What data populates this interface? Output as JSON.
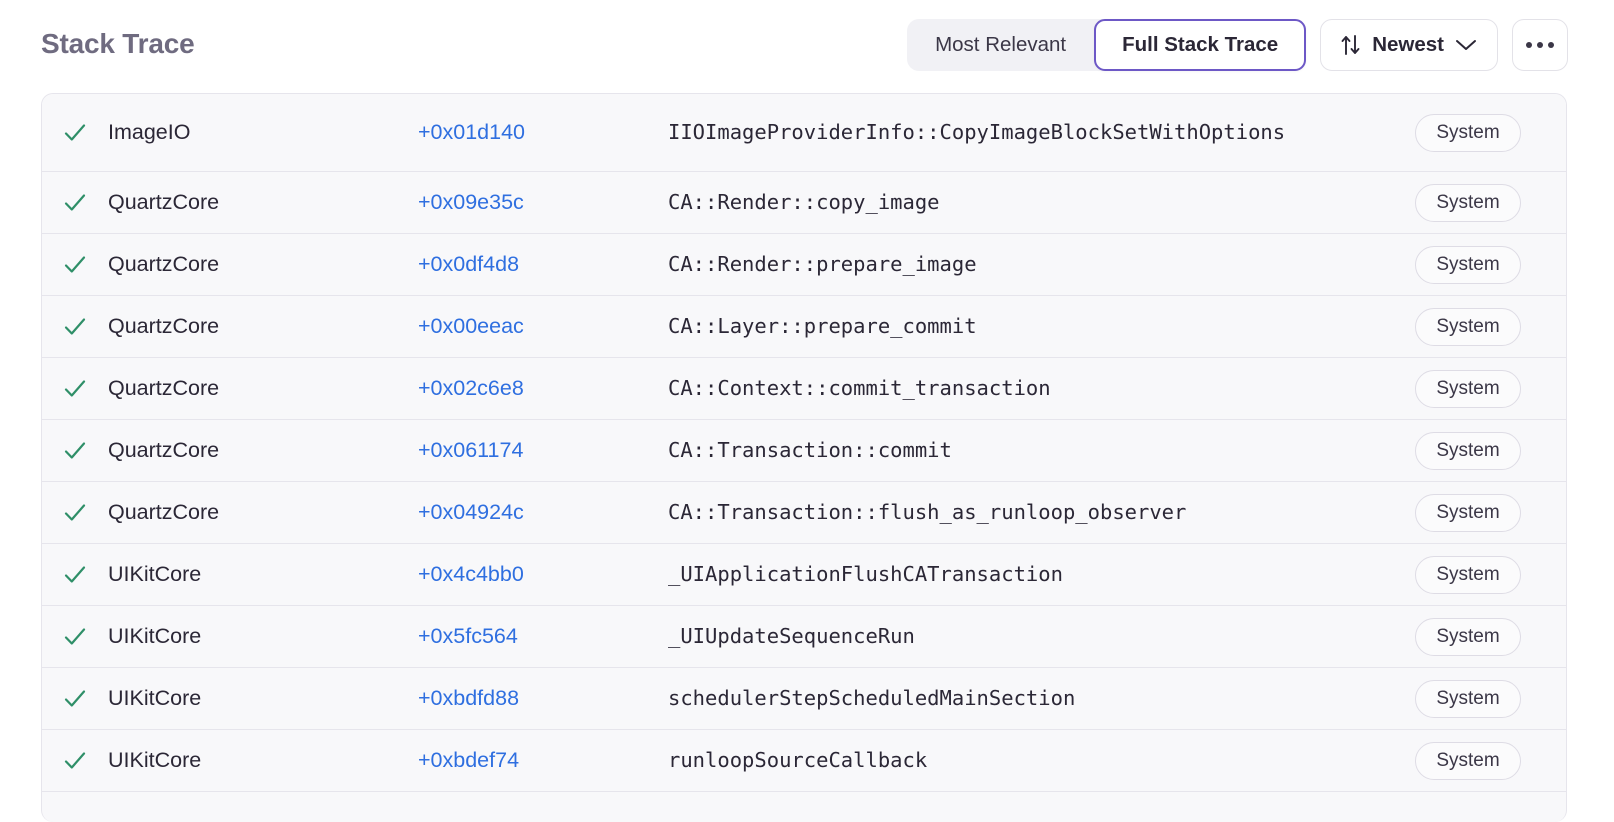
{
  "header": {
    "title": "Stack Trace",
    "segmented": {
      "options": [
        {
          "label": "Most Relevant",
          "selected": false
        },
        {
          "label": "Full Stack Trace",
          "selected": true
        }
      ]
    },
    "sort": {
      "icon": "sort-arrows-icon",
      "label": "Newest",
      "chevron": "chevron-down-icon"
    },
    "more": {
      "icon": "ellipsis-icon"
    }
  },
  "colors": {
    "accent_purple": "#6d58c6",
    "link_blue": "#2f6fe0",
    "check_green": "#2f8f68",
    "title_gray": "#6f6b80",
    "row_bg": "#f8f8fa",
    "divider": "#e6e5ec"
  },
  "table": {
    "rows": [
      {
        "status": "check-icon",
        "module": "ImageIO",
        "offset": "+0x01d140",
        "function": "IIOImageProviderInfo::CopyImageBlockSetWithOptions",
        "badge": "System",
        "wrapped": true
      },
      {
        "status": "check-icon",
        "module": "QuartzCore",
        "offset": "+0x09e35c",
        "function": "CA::Render::copy_image",
        "badge": "System",
        "wrapped": false
      },
      {
        "status": "check-icon",
        "module": "QuartzCore",
        "offset": "+0x0df4d8",
        "function": "CA::Render::prepare_image",
        "badge": "System",
        "wrapped": false
      },
      {
        "status": "check-icon",
        "module": "QuartzCore",
        "offset": "+0x00eeac",
        "function": "CA::Layer::prepare_commit",
        "badge": "System",
        "wrapped": false
      },
      {
        "status": "check-icon",
        "module": "QuartzCore",
        "offset": "+0x02c6e8",
        "function": "CA::Context::commit_transaction",
        "badge": "System",
        "wrapped": false
      },
      {
        "status": "check-icon",
        "module": "QuartzCore",
        "offset": "+0x061174",
        "function": "CA::Transaction::commit",
        "badge": "System",
        "wrapped": false
      },
      {
        "status": "check-icon",
        "module": "QuartzCore",
        "offset": "+0x04924c",
        "function": "CA::Transaction::flush_as_runloop_observer",
        "badge": "System",
        "wrapped": false
      },
      {
        "status": "check-icon",
        "module": "UIKitCore",
        "offset": "+0x4c4bb0",
        "function": "_UIApplicationFlushCATransaction",
        "badge": "System",
        "wrapped": false
      },
      {
        "status": "check-icon",
        "module": "UIKitCore",
        "offset": "+0x5fc564",
        "function": "_UIUpdateSequenceRun",
        "badge": "System",
        "wrapped": false
      },
      {
        "status": "check-icon",
        "module": "UIKitCore",
        "offset": "+0xbdfd88",
        "function": "schedulerStepScheduledMainSection",
        "badge": "System",
        "wrapped": false
      },
      {
        "status": "check-icon",
        "module": "UIKitCore",
        "offset": "+0xbdef74",
        "function": "runloopSourceCallback",
        "badge": "System",
        "wrapped": false
      }
    ]
  }
}
